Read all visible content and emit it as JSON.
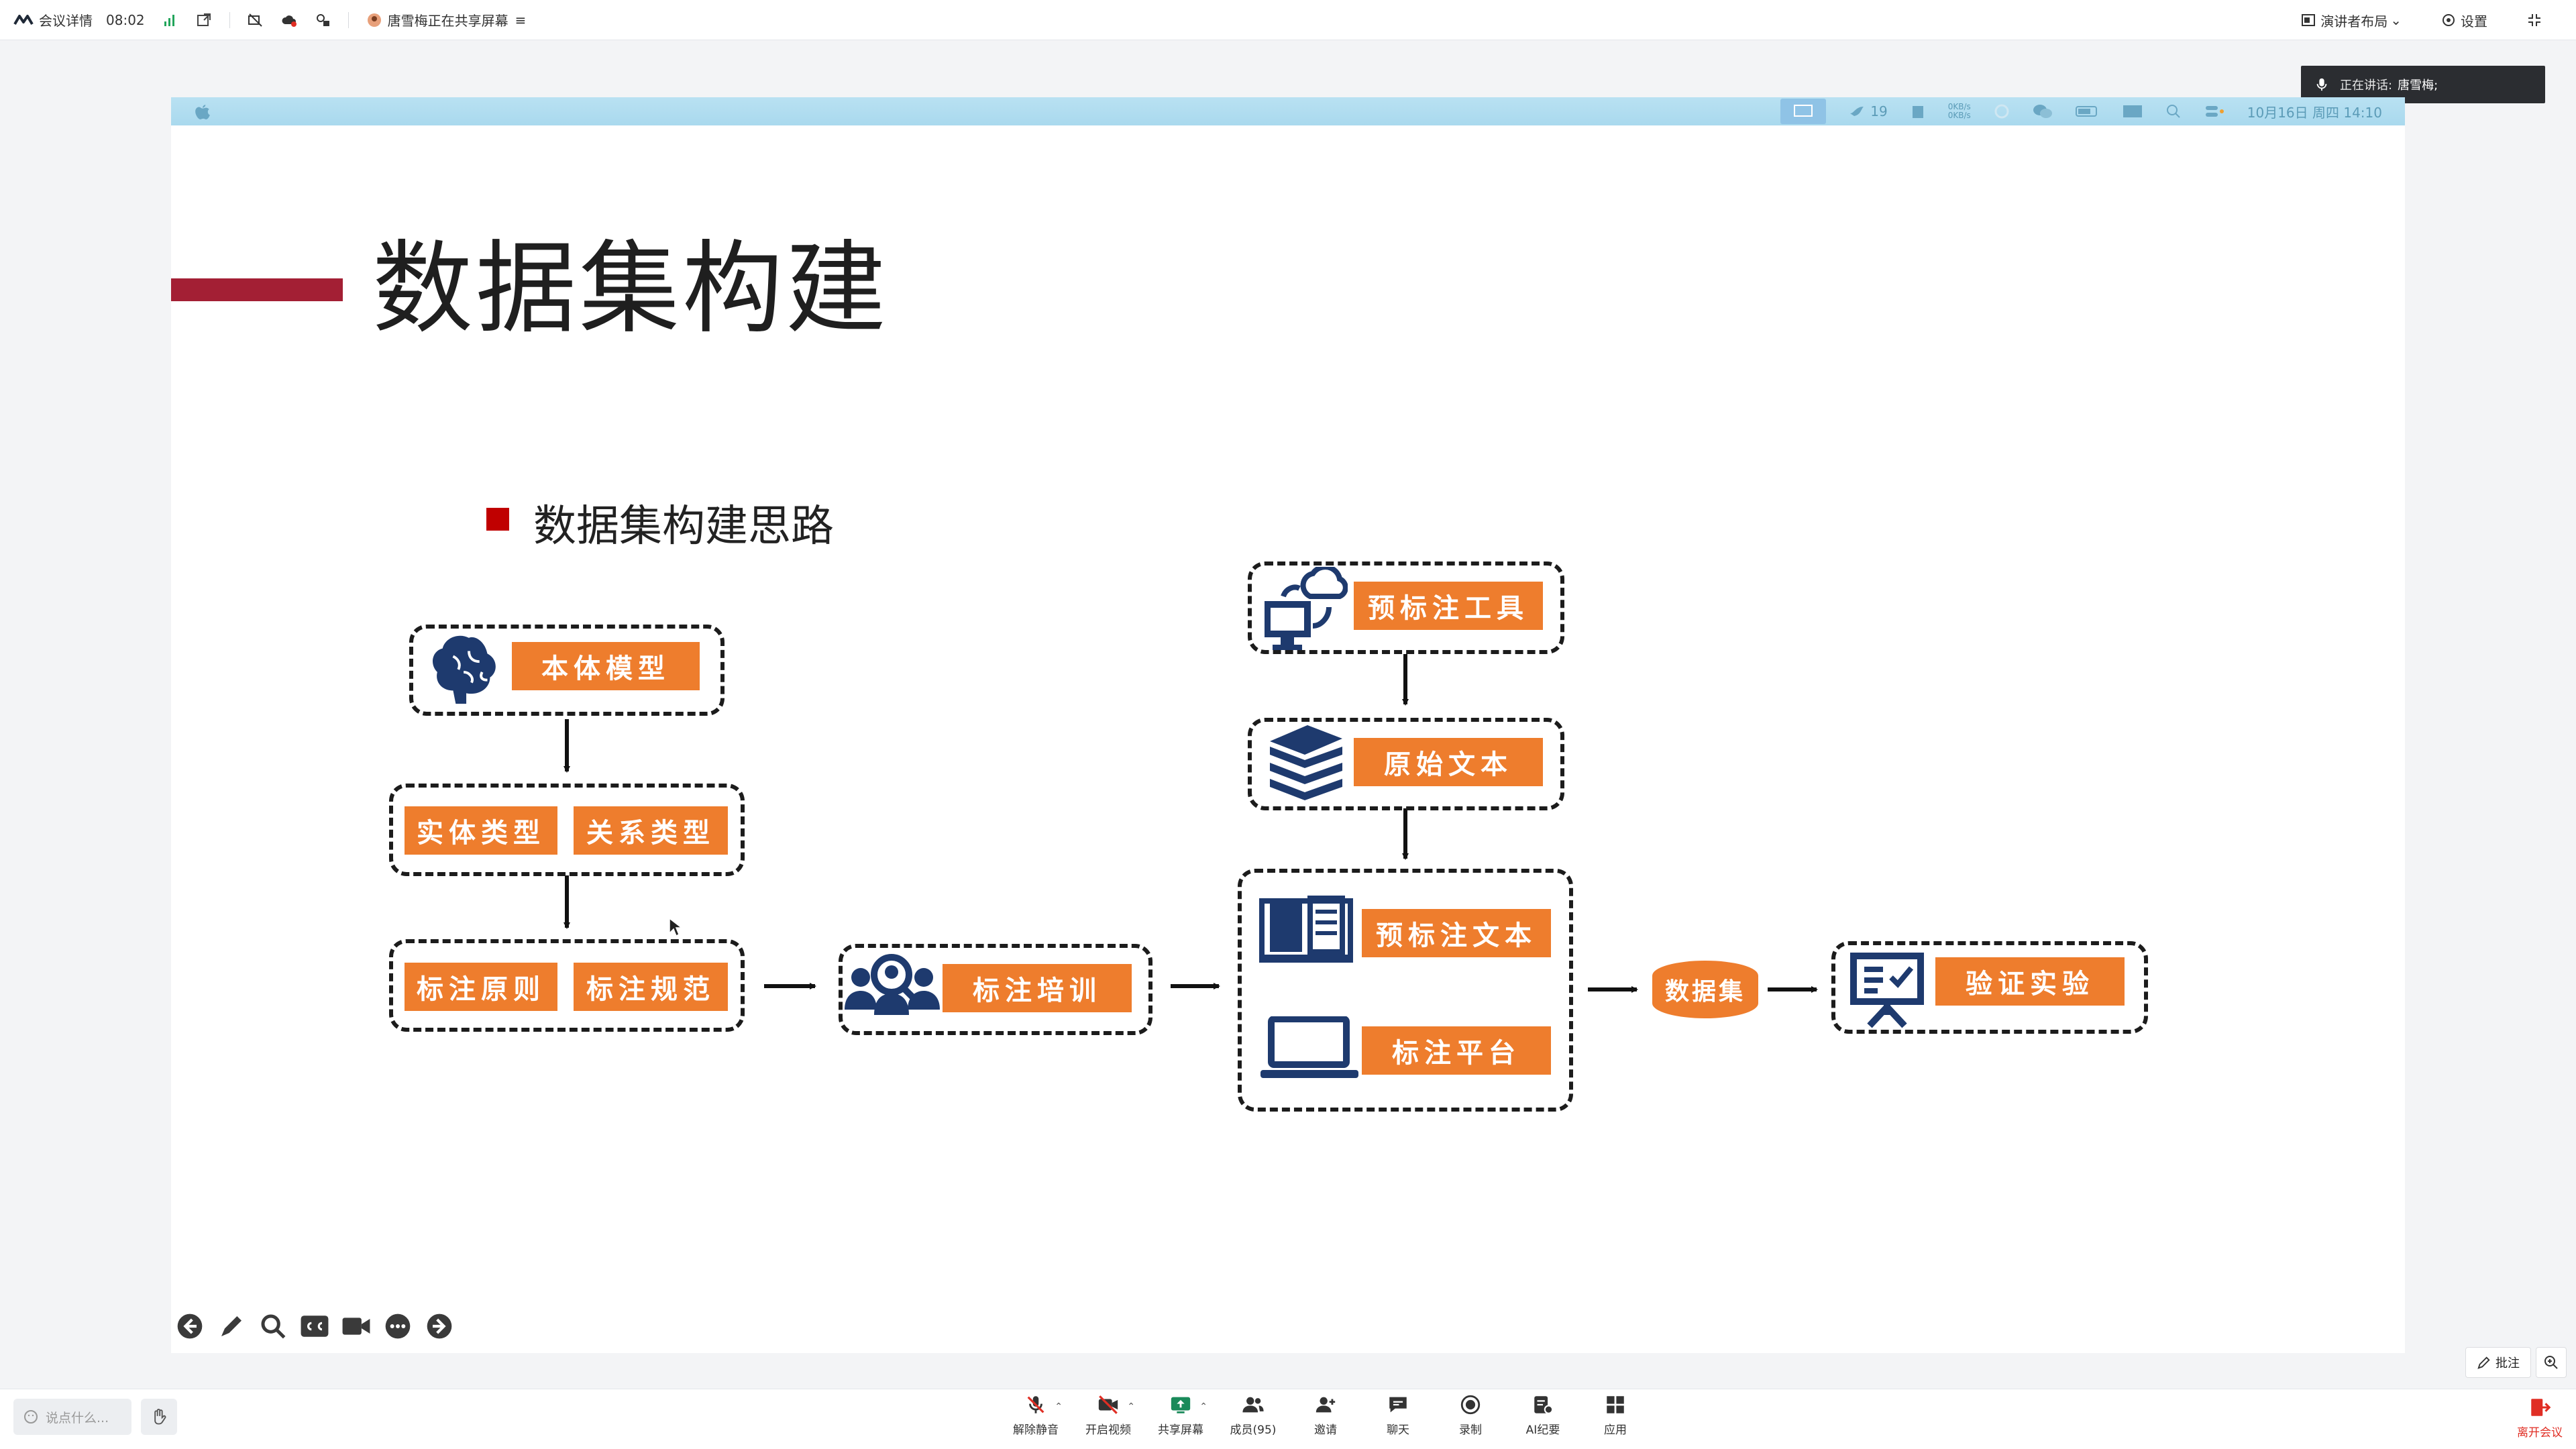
{
  "topbar": {
    "meeting_details": "会议详情",
    "timer": "08:02",
    "sharing_status": "唐雪梅正在共享屏幕",
    "layout": "演讲者布局",
    "settings": "设置"
  },
  "speaking": {
    "label": "正在讲话:",
    "name": "唐雪梅;"
  },
  "screen": {
    "macbar": {
      "badge_count": "19",
      "net_up": "0KB/s",
      "net_down": "0KB/s",
      "datetime": "10月16日 周四 14:10"
    },
    "slide": {
      "title": "数据集构建",
      "bullet": "数据集构建思路",
      "boxes": {
        "ontology": "本体模型",
        "entity_type": "实体类型",
        "relation_type": "关系类型",
        "principle": "标注原则",
        "spec": "标注规范",
        "training": "标注培训",
        "pre_tool": "预标注工具",
        "raw_text": "原始文本",
        "pre_text": "预标注文本",
        "platform": "标注平台",
        "dataset": "数据集",
        "experiment": "验证实验"
      }
    }
  },
  "side_tools": {
    "annotate": "批注"
  },
  "bottombar": {
    "chat_placeholder": "说点什么...",
    "tools": [
      {
        "label": "解除静音"
      },
      {
        "label": "开启视频"
      },
      {
        "label": "共享屏幕"
      },
      {
        "label": "成员(95)"
      },
      {
        "label": "邀请"
      },
      {
        "label": "聊天"
      },
      {
        "label": "录制"
      },
      {
        "label": "AI纪要"
      },
      {
        "label": "应用"
      }
    ],
    "leave": "离开会议"
  },
  "colors": {
    "accent_orange": "#ee7d2d",
    "title_bar_red": "#a31f34",
    "bullet_red": "#c00000",
    "icon_navy": "#1e3a6e"
  }
}
